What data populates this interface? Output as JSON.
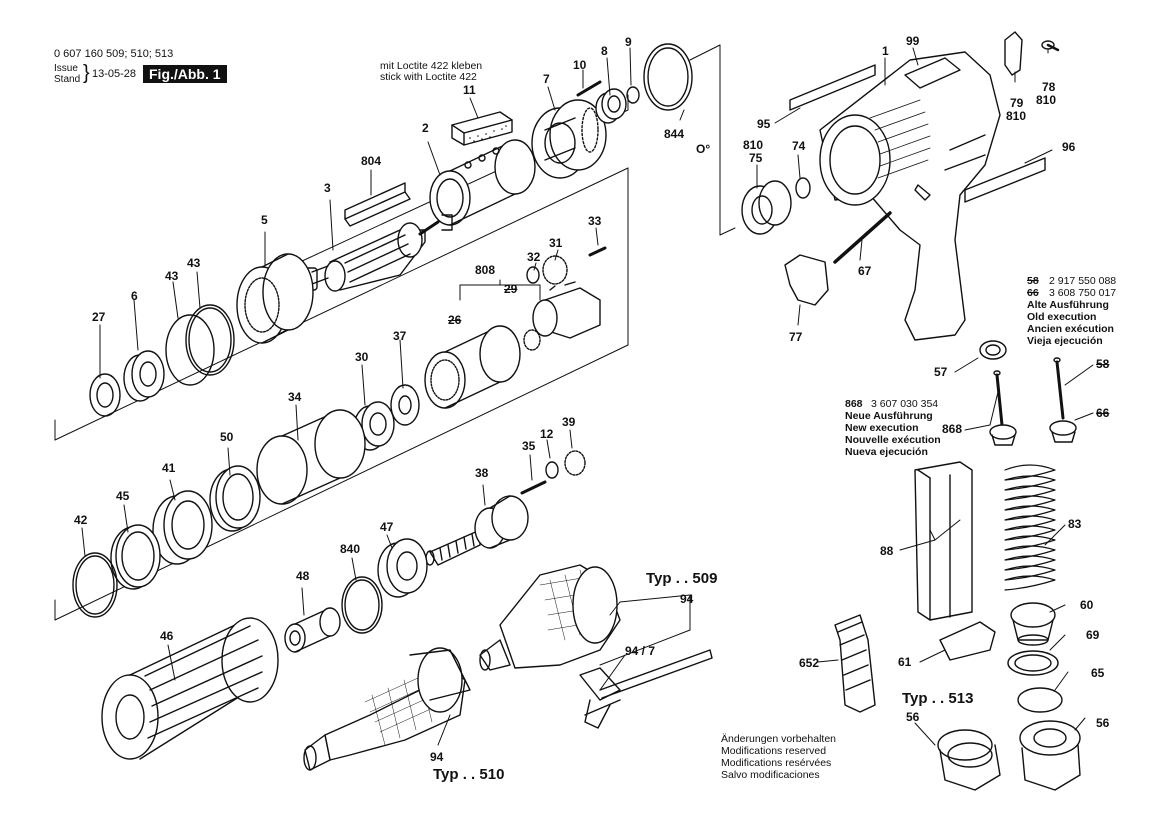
{
  "header": {
    "part_numbers": "0 607 160 509; 510; 513",
    "issue_label_1": "Issue",
    "issue_label_2": "Stand",
    "issue_date": "13-05-28",
    "fig_label": "Fig./Abb. 1"
  },
  "notes": {
    "loctite_de": "mit Loctite 422 kleben",
    "loctite_en": "stick with Loctite 422",
    "old_line1": "2 917 550 088",
    "old_line2": "3 608 750 017",
    "old_num1": "58",
    "old_num2": "66",
    "old_exec": [
      "Alte Ausführung",
      "Old execution",
      "Ancien exécution",
      "Vieja ejecución"
    ],
    "new_num": "868",
    "new_line": "3 607 030 354",
    "new_exec": [
      "Neue Ausführung",
      "New execution",
      "Nouvelle exécution",
      "Nueva ejecución"
    ],
    "changes": [
      "Änderungen vorbehalten",
      "Modifications reserved",
      "Modifications resérvées",
      "Salvo modificaciones"
    ]
  },
  "types": {
    "typ509": "Typ . . 509",
    "typ510": "Typ . . 510",
    "typ513": "Typ . . 513"
  },
  "parts": {
    "p1": "1",
    "p2": "2",
    "p3": "3",
    "p5": "5",
    "p6": "6",
    "p7": "7",
    "p8": "8",
    "p9": "9",
    "p10": "10",
    "p11": "11",
    "p12": "12",
    "p26": "26",
    "p27": "27",
    "p29": "29",
    "p30": "30",
    "p31": "31",
    "p32": "32",
    "p33": "33",
    "p34": "34",
    "p35": "35",
    "p37": "37",
    "p38": "38",
    "p39": "39",
    "p41": "41",
    "p42": "42",
    "p43a": "43",
    "p43b": "43",
    "p45": "45",
    "p46": "46",
    "p47": "47",
    "p48": "48",
    "p50": "50",
    "p56a": "56",
    "p56b": "56",
    "p57": "57",
    "p58": "58",
    "p60": "60",
    "p61": "61",
    "p65": "65",
    "p66": "66",
    "p67": "67",
    "p69": "69",
    "p74": "74",
    "p75": "75",
    "p77": "77",
    "p78": "78",
    "p79": "79",
    "p83": "83",
    "p88": "88",
    "p94a": "94",
    "p94b": "94",
    "p94_7": "94 / 7",
    "p95": "95",
    "p96": "96",
    "p99": "99",
    "p652": "652",
    "p804": "804",
    "p808": "808",
    "p810a": "810",
    "p810b": "810",
    "p810c": "810",
    "p840": "840",
    "p844": "844",
    "p868": "868",
    "o_ring_mark": "O°"
  },
  "colors": {
    "line": "#111111",
    "paper": "#ffffff"
  }
}
